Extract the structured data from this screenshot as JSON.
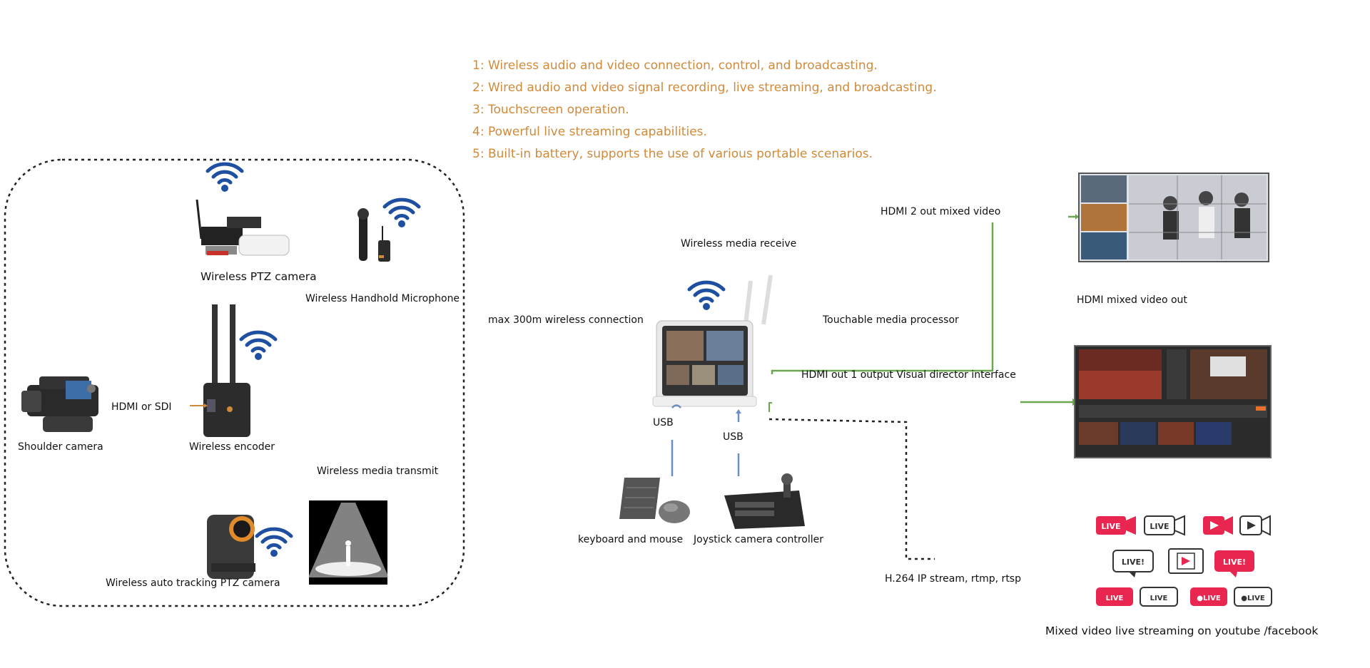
{
  "features": [
    "1: Wireless audio and video connection, control, and broadcasting.",
    "2: Wired audio and video signal recording, live streaming, and broadcasting.",
    "3: Touchscreen operation.",
    "4: Powerful live streaming capabilities.",
    "5: Built-in battery, supports the use of various portable scenarios."
  ],
  "labels": {
    "ptz_camera": "Wireless PTZ camera",
    "microphone": "Wireless Handhold Microphone",
    "hdmi_sdi": "HDMI or SDI",
    "shoulder_camera": "Shoulder camera",
    "wireless_encoder": "Wireless encoder",
    "media_transmit": "Wireless media transmit",
    "auto_tracking": "Wireless auto tracking PTZ camera",
    "wireless_range": "max 300m wireless connection",
    "media_receive": "Wireless media receive",
    "media_processor": "Touchable media processor",
    "usb_left": "USB",
    "usb_right": "USB",
    "keyboard_mouse": "keyboard and mouse",
    "joystick": "Joystick camera controller",
    "hdmi2_out": "HDMI 2 out mixed video",
    "hdmi1_out": "HDMI out 1 output Visual director interface",
    "ip_stream": "H.264 IP stream, rtmp, rtsp",
    "hdmi_mixed_out": "HDMI mixed video out",
    "live_streaming": "Mixed video live streaming on youtube /facebook"
  },
  "live_badges": {
    "live": "LIVE",
    "live_bang": "LIVE!",
    "live_dot": "●LIVE"
  },
  "colors": {
    "feature_text": "#d08a3a",
    "wifi_blue": "#1f4fa0",
    "connector_green": "#6aa84f",
    "usb_blue": "#6a8fc0",
    "live_red": "#e8264f",
    "dashed_line": "#222222"
  },
  "icons": [
    "wifi-icon",
    "ptz-camera-icon",
    "microphone-icon",
    "shoulder-camera-icon",
    "encoder-icon",
    "spotlight-icon",
    "tracking-camera-icon",
    "tablet-processor-icon",
    "keyboard-icon",
    "mouse-icon",
    "joystick-icon",
    "video-wall-icon",
    "director-screen-icon",
    "live-badge-icon"
  ]
}
